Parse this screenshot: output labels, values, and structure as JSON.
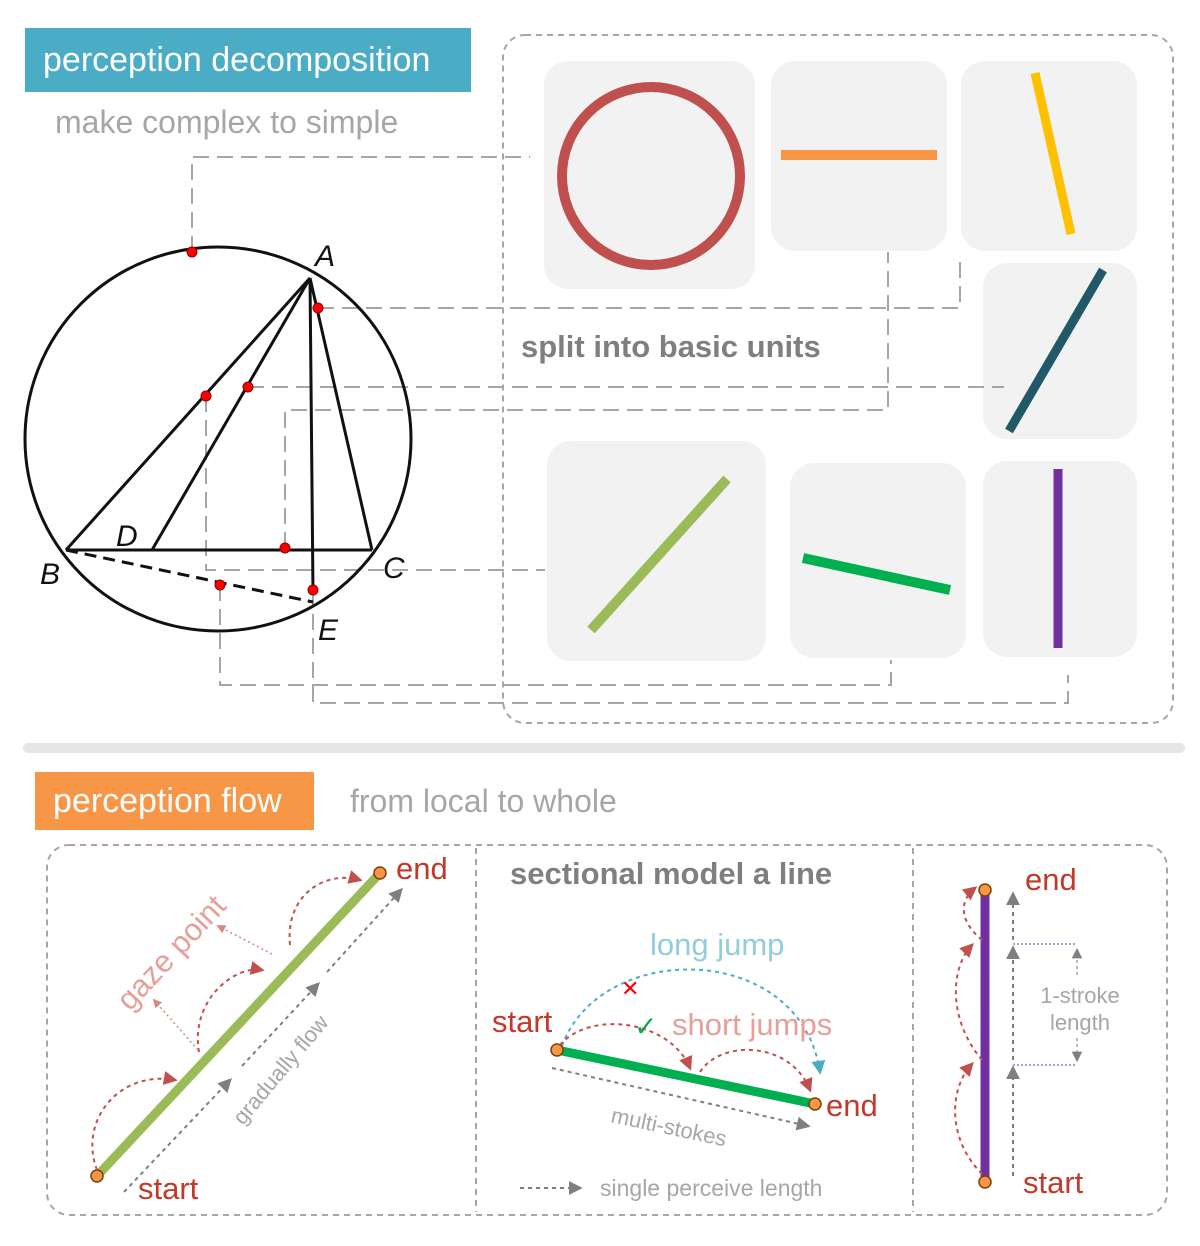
{
  "colors": {
    "decomposition_bg": "#4bacc6",
    "flow_bg": "#f79646",
    "circle_unit": "#c0504d",
    "unit_orange": "#f79646",
    "unit_yellow": "#ffc000",
    "unit_dark_teal": "#215968",
    "unit_light_green": "#9bbb59",
    "unit_green": "#00b050",
    "unit_purple": "#7030a0",
    "gaze_red": "#c0504d",
    "long_jump_blue": "#4bacc6",
    "label_red": "#c0392b",
    "gray_text": "#a6a6a6",
    "dark_text": "#7f7f7f"
  },
  "top": {
    "title": "perception decomposition",
    "subtitle": "make complex to simple",
    "split_label": "split into basic units"
  },
  "geometry": {
    "label_A": "A",
    "label_B": "B",
    "label_C": "C",
    "label_D": "D",
    "label_E": "E"
  },
  "bottom": {
    "title": "perception flow",
    "subtitle": "from local to whole",
    "panel1": {
      "end": "end",
      "start": "start",
      "gaze_point": "gaze point",
      "gradually_flow": "gradually flow"
    },
    "panel2": {
      "title": "sectional model a line",
      "long_jump": "long jump",
      "short_jumps": "short jumps",
      "start": "start",
      "end": "end",
      "multi_strokes": "multi-stokes",
      "legend": "single perceive length",
      "cross_mark": "✕",
      "check_mark": "✓"
    },
    "panel3": {
      "end": "end",
      "start": "start",
      "stroke_length_line1": "1-stroke",
      "stroke_length_line2": "length"
    }
  }
}
